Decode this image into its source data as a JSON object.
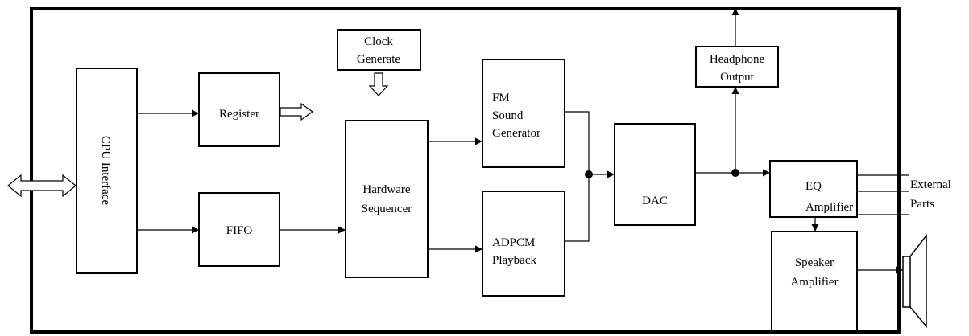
{
  "blocks": {
    "cpu_interface": "CPU Interface",
    "register": "Register",
    "fifo": "FIFO",
    "clock_generate": [
      "Clock",
      "Generate"
    ],
    "hardware_sequencer": [
      "Hardware",
      "Sequencer"
    ],
    "fm_sound_generator": [
      "FM",
      "Sound",
      "Generator"
    ],
    "adpcm_playback": [
      "ADPCM",
      "Playback"
    ],
    "dac": "DAC",
    "headphone_output": [
      "Headphone",
      "Output"
    ],
    "eq_amplifier": [
      "EQ",
      "Amplifier"
    ],
    "speaker_amplifier": [
      "Speaker",
      "Amplifier"
    ]
  },
  "labels": {
    "external_parts": [
      "External",
      "Parts"
    ]
  },
  "icons": [
    "bidirectional-arrow-icon",
    "hollow-arrow-icon",
    "speaker-icon",
    "junction-dot-icon"
  ]
}
